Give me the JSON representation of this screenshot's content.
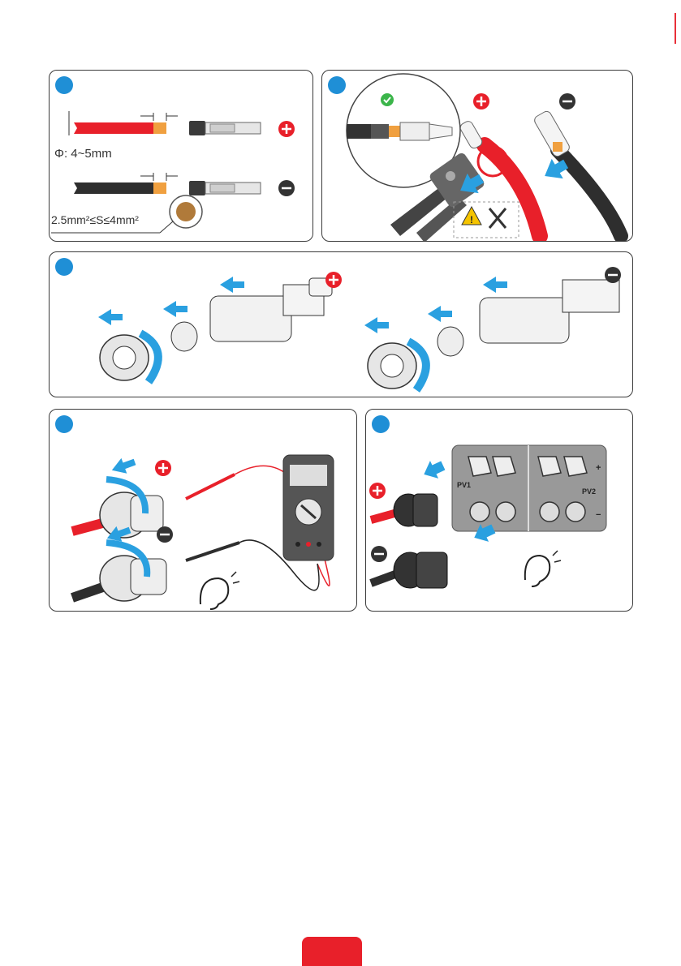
{
  "panels": {
    "p1": {
      "diameter_label": "Φ: 4~5mm",
      "cross_section_label": "2.5mm²≤S≤4mm²",
      "positive_symbol": "+",
      "negative_symbol": "−"
    },
    "p2": {
      "positive_symbol": "+",
      "negative_symbol": "−",
      "warning_icon": "warning-icon",
      "tool_icon": "tools-icon"
    },
    "p3": {
      "positive_symbol": "+",
      "negative_symbol": "−"
    },
    "p4": {
      "positive_symbol": "+",
      "negative_symbol": "−"
    },
    "p5": {
      "positive_symbol": "+",
      "negative_symbol": "−",
      "pv1_label": "PV1",
      "pv2_label": "PV2",
      "plus_label": "+",
      "minus_label": "−"
    }
  },
  "colors": {
    "step_badge": "#1f8fd6",
    "positive": "#e8202a",
    "negative": "#333333",
    "arrow": "#2aa0e0"
  }
}
